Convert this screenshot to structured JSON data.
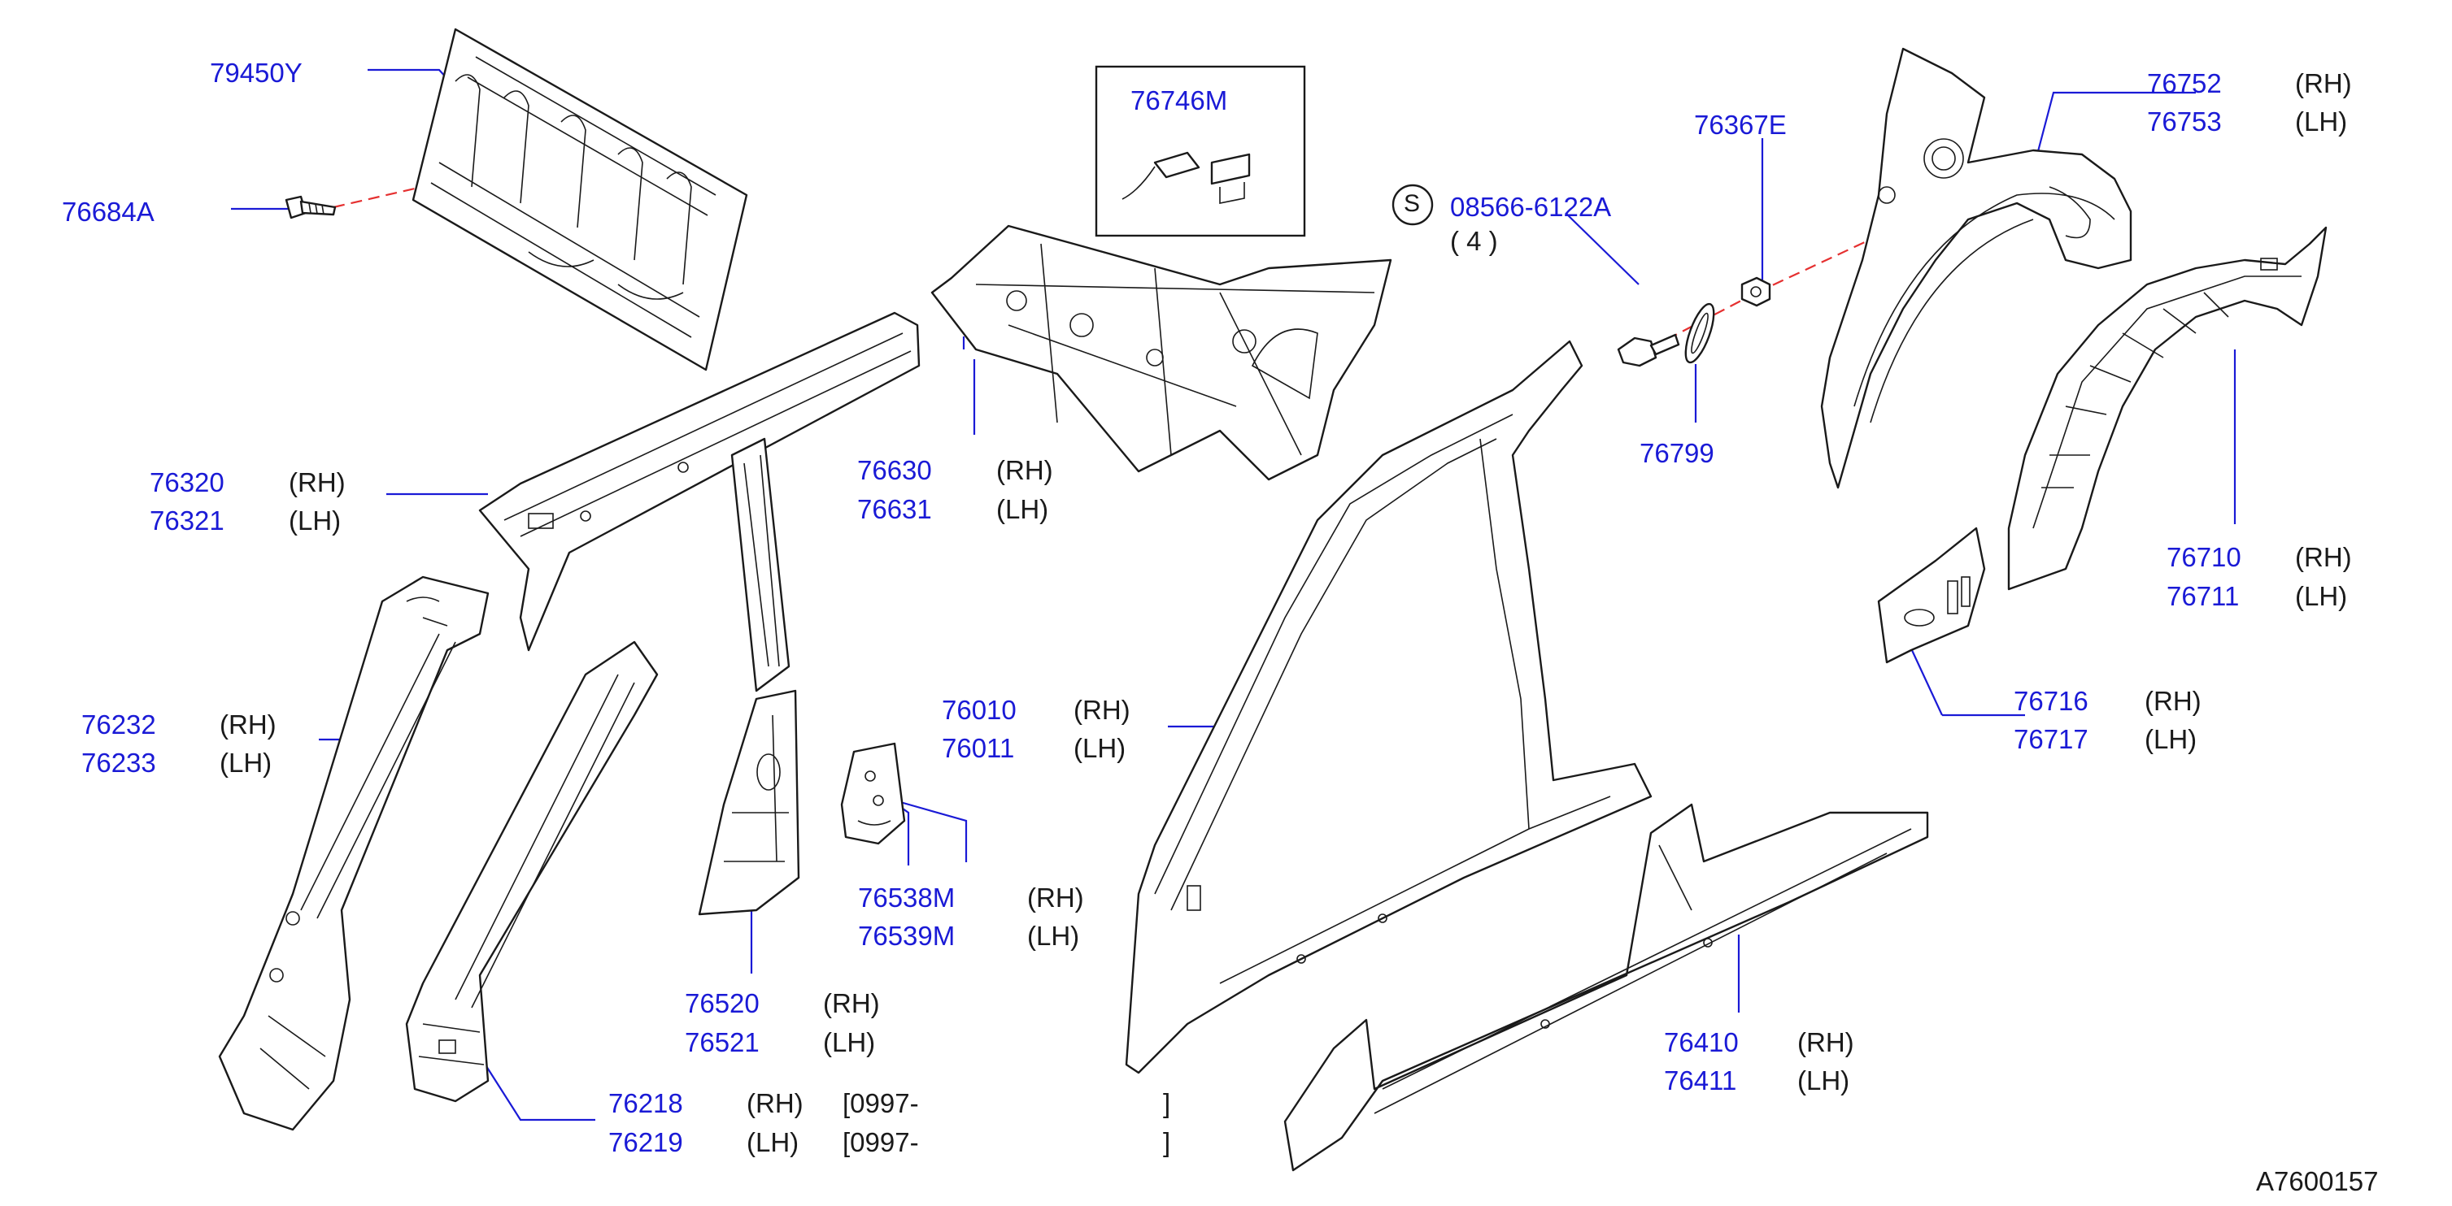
{
  "diagram_id": "A7600157",
  "screw_symbol": "S",
  "parts": [
    {
      "key": "p79450y",
      "number": "79450Y",
      "side": ""
    },
    {
      "key": "p76684a",
      "number": "76684A",
      "side": ""
    },
    {
      "key": "p76746m",
      "number": "76746M",
      "side": ""
    },
    {
      "key": "p76367e",
      "number": "76367E",
      "side": ""
    },
    {
      "key": "p08566",
      "number": "08566-6122A",
      "side": "( 4 )"
    },
    {
      "key": "p76799",
      "number": "76799",
      "side": ""
    },
    {
      "key": "p76752",
      "number": "76752",
      "side": "(RH)"
    },
    {
      "key": "p76753",
      "number": "76753",
      "side": "(LH)"
    },
    {
      "key": "p76320",
      "number": "76320",
      "side": "(RH)"
    },
    {
      "key": "p76321",
      "number": "76321",
      "side": "(LH)"
    },
    {
      "key": "p76630",
      "number": "76630",
      "side": "(RH)"
    },
    {
      "key": "p76631",
      "number": "76631",
      "side": "(LH)"
    },
    {
      "key": "p76710",
      "number": "76710",
      "side": "(RH)"
    },
    {
      "key": "p76711",
      "number": "76711",
      "side": "(LH)"
    },
    {
      "key": "p76232",
      "number": "76232",
      "side": "(RH)"
    },
    {
      "key": "p76233",
      "number": "76233",
      "side": "(LH)"
    },
    {
      "key": "p76010",
      "number": "76010",
      "side": "(RH)"
    },
    {
      "key": "p76011",
      "number": "76011",
      "side": "(LH)"
    },
    {
      "key": "p76716",
      "number": "76716",
      "side": "(RH)"
    },
    {
      "key": "p76717",
      "number": "76717",
      "side": "(LH)"
    },
    {
      "key": "p76538m",
      "number": "76538M",
      "side": "(RH)"
    },
    {
      "key": "p76539m",
      "number": "76539M",
      "side": "(LH)"
    },
    {
      "key": "p76520",
      "number": "76520",
      "side": "(RH)"
    },
    {
      "key": "p76521",
      "number": "76521",
      "side": "(LH)"
    },
    {
      "key": "p76410",
      "number": "76410",
      "side": "(RH)"
    },
    {
      "key": "p76411",
      "number": "76411",
      "side": "(LH)"
    },
    {
      "key": "p76218",
      "number": "76218",
      "side": "(RH)",
      "date_open": "[0997-",
      "date_close": "]"
    },
    {
      "key": "p76219",
      "number": "76219",
      "side": "(LH)",
      "date_open": "[0997-",
      "date_close": "]"
    }
  ],
  "colors": {
    "part_number": "#1a1ad6",
    "leader": "#1a1ad6",
    "dashed_leader": "#e53030",
    "drawing": "#1a1a1a"
  }
}
